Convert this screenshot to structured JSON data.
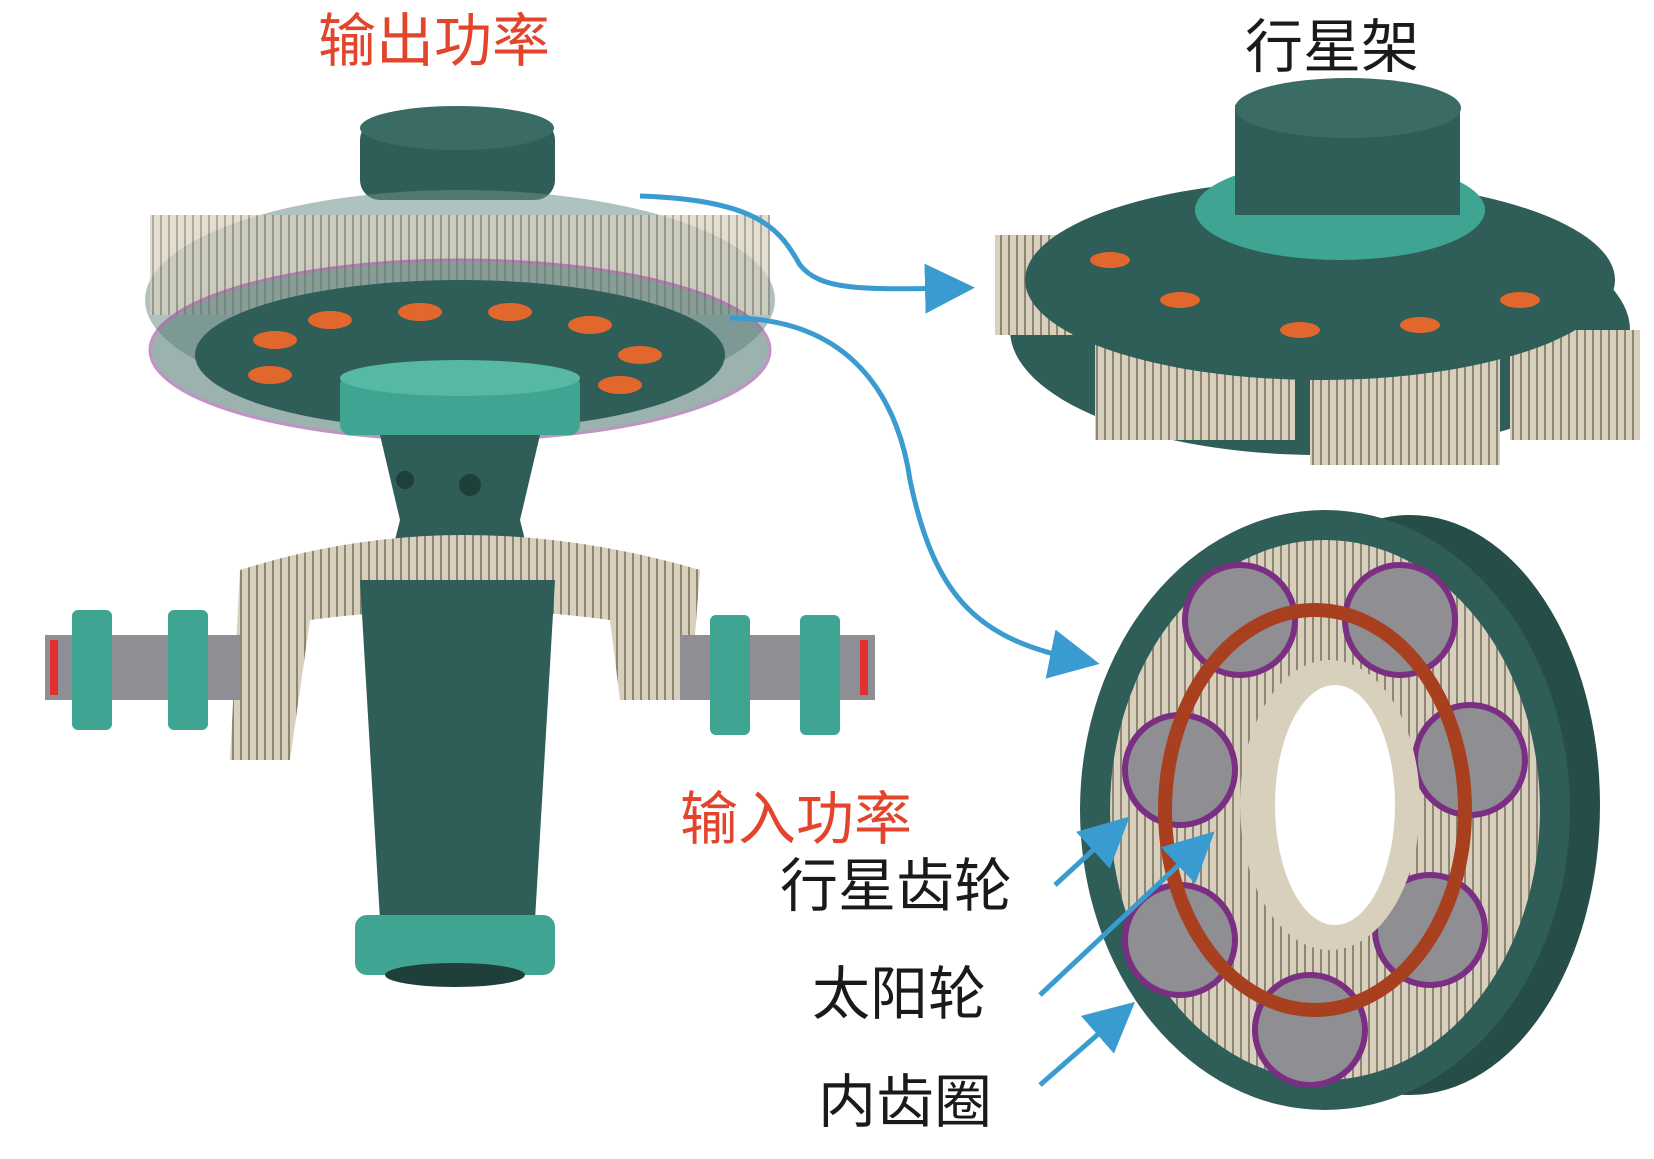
{
  "labels": {
    "output_power": "输出功率",
    "planet_carrier": "行星架",
    "input_power": "输入功率",
    "planet_gear": "行星齿轮",
    "sun_gear": "太阳轮",
    "ring_gear": "内齿圈"
  },
  "colors": {
    "housing": "#2f5d57",
    "flange": "#3fa491",
    "gear_teeth": "#d8d0bc",
    "accent_red": "#e2452c",
    "ring_brown": "#a8401f",
    "arrow_blue": "#3a9bd0"
  }
}
